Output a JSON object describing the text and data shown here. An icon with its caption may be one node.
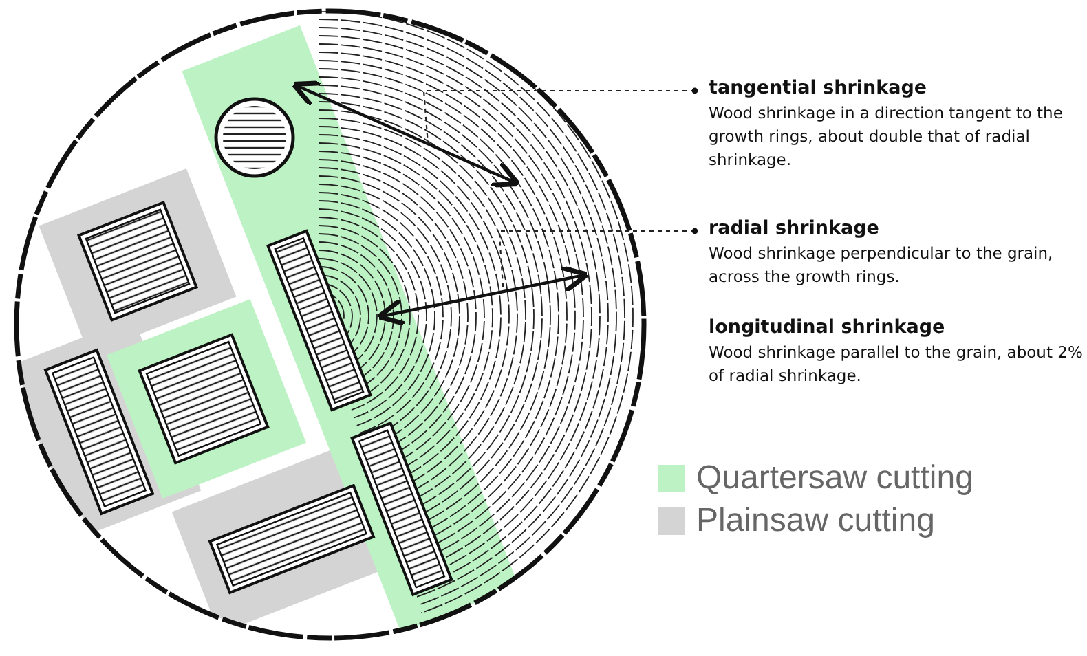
{
  "diagram": {
    "nodes": [
      {
        "text": [
          "tangential shrinkage",
          "Wood shrinkage in a direction tangent to the growth rings, about double that of radial shrinkage."
        ]
      },
      {
        "text": [
          "radial shrinkage",
          "Wood shrinkage perpendicular to the grain, across the growth rings."
        ]
      },
      {
        "text": [
          "longitudinal shrinkage",
          "Wood shrinkage parallel to the grain, about 2% of radial shrinkage."
        ]
      },
      {
        "text": [],
        "shape": "picture"
      },
      {
        "text": [],
        "shape": "picture"
      }
    ],
    "edges": [
      {
        "from": 0,
        "to": 3,
        "arrow": "other",
        "style": "dashed"
      },
      {
        "from": 1,
        "to": 4,
        "arrow": "other",
        "style": "dashed"
      }
    ],
    "legend": [
      {
        "text": "Quartersaw cutting",
        "color": "#bdf2c4"
      },
      {
        "text": "Plainsaw cutting",
        "color": "#d4d4d4"
      }
    ]
  }
}
